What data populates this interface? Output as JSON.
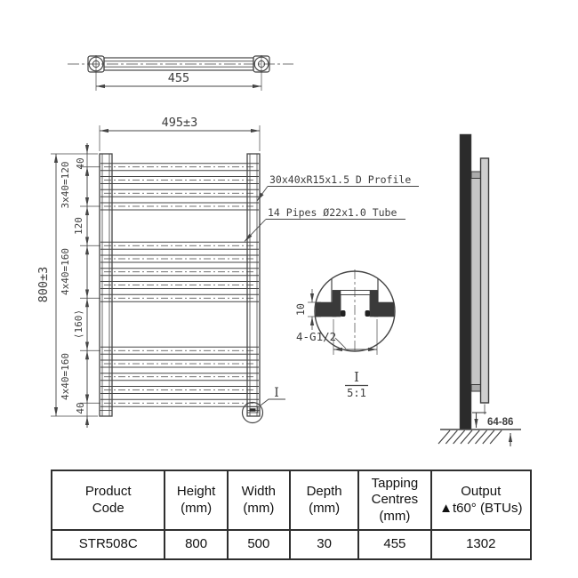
{
  "drawing": {
    "top_view": {
      "tapping_centres_dim": "455"
    },
    "front_view": {
      "width_dim": "495±3",
      "height_dim": "800±3",
      "chain_dims": [
        "40",
        "3x40=120",
        "120",
        "4x40=160",
        "⟨160⟩",
        "4x40=160",
        "40"
      ],
      "annotation_profile": "30x40xR15x1.5 D Profile",
      "annotation_pipes": "14 Pipes Ø22x1.0 Tube",
      "detail_ref": "I"
    },
    "detail_view": {
      "depth_dim": "10",
      "thread_label": "4-G1/2",
      "title": "I",
      "scale": "5:1"
    },
    "side_view": {
      "floor_clearance_dim": "64-86"
    },
    "colors": {
      "line": "#454545",
      "wall": "#2b2b2b",
      "rail_fill": "#cfcfcf"
    }
  },
  "table": {
    "headers": [
      {
        "lines": [
          "Product",
          "Code"
        ]
      },
      {
        "lines": [
          "Height",
          "(mm)"
        ]
      },
      {
        "lines": [
          "Width",
          "(mm)"
        ]
      },
      {
        "lines": [
          "Depth",
          "(mm)"
        ]
      },
      {
        "lines": [
          "Tapping",
          "Centres",
          "(mm)"
        ]
      },
      {
        "lines": [
          "Output",
          "▲t60° (BTUs)"
        ]
      }
    ],
    "row": [
      "STR508C",
      "800",
      "500",
      "30",
      "455",
      "1302"
    ]
  }
}
